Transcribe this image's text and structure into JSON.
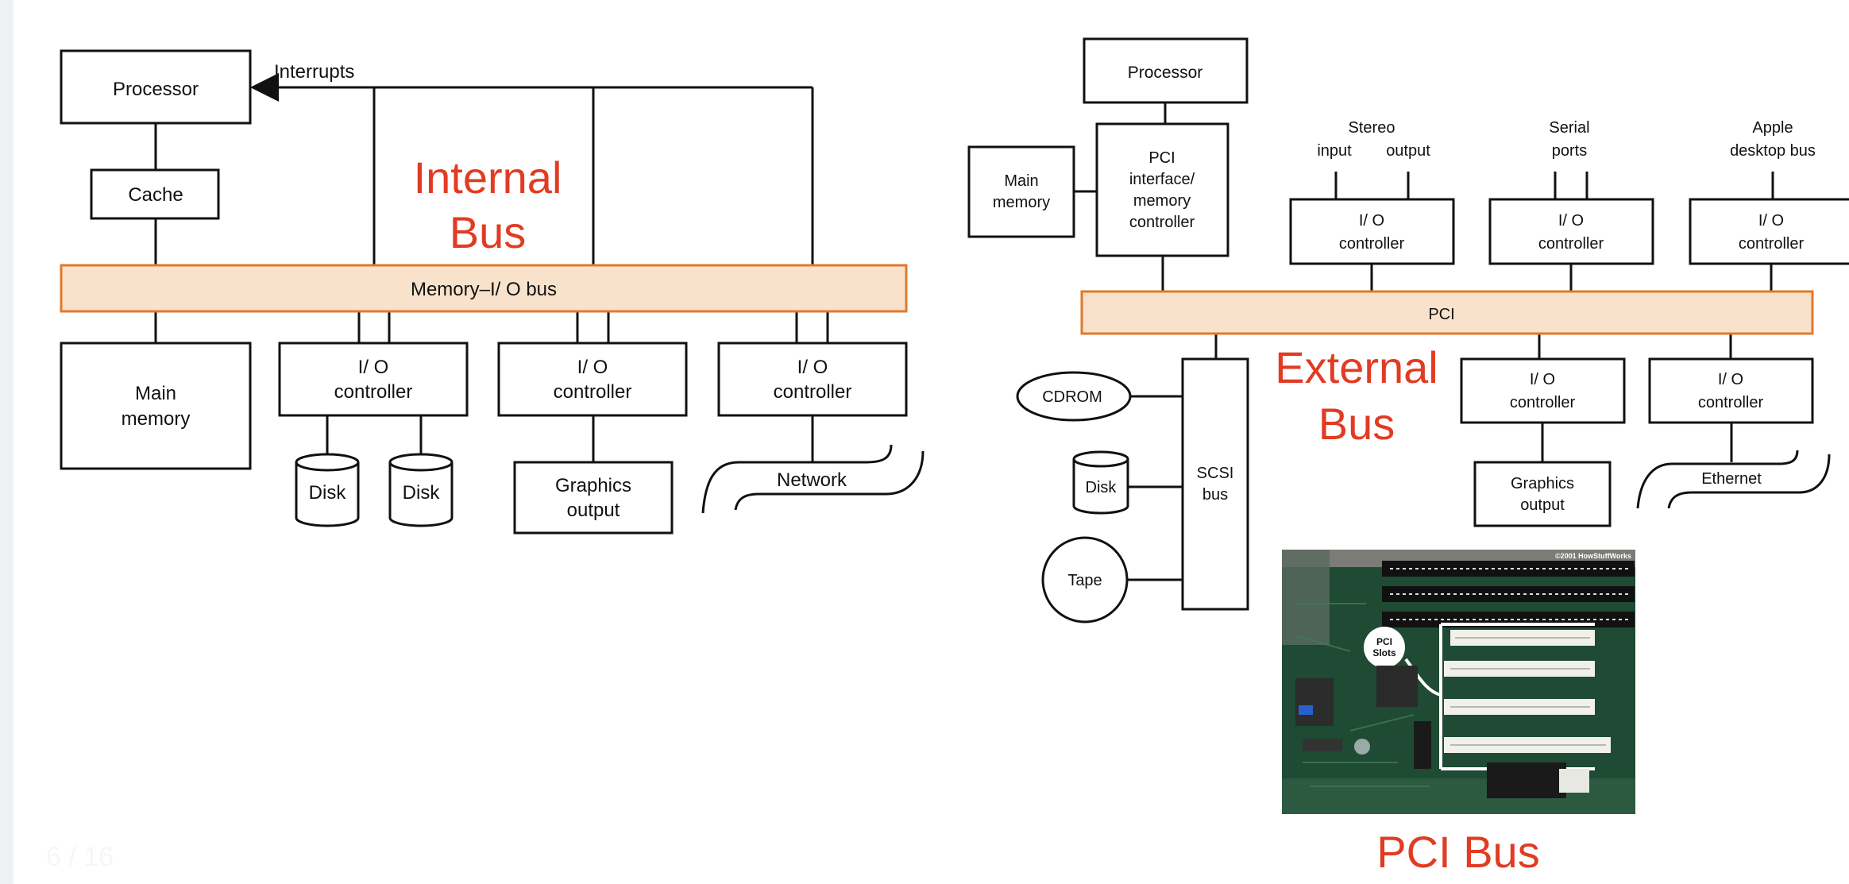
{
  "left_diagram": {
    "processor": "Processor",
    "interrupts": "Interrupts",
    "cache": "Cache",
    "bus": "Memory–I/ O bus",
    "main_memory": [
      "Main",
      "memory"
    ],
    "io_controller": [
      "I/ O",
      "controller"
    ],
    "disk": "Disk",
    "graphics_output": [
      "Graphics",
      "output"
    ],
    "network": "Network",
    "annotation": [
      "Internal",
      "Bus"
    ]
  },
  "right_diagram": {
    "processor": "Processor",
    "pci_interface": [
      "PCI",
      "interface/",
      "memory",
      "controller"
    ],
    "main_memory": [
      "Main",
      "memory"
    ],
    "stereo": [
      "Stereo",
      "input",
      "output"
    ],
    "serial_ports": [
      "Serial",
      "ports"
    ],
    "apple_bus": [
      "Apple",
      "desktop bus"
    ],
    "io_controller": [
      "I/ O",
      "controller"
    ],
    "pci_bus": "PCI",
    "cdrom": "CDROM",
    "disk": "Disk",
    "tape": "Tape",
    "scsi_bus": [
      "SCSI",
      "bus"
    ],
    "graphics_output": [
      "Graphics",
      "output"
    ],
    "ethernet": "Ethernet",
    "annotation": [
      "External",
      "Bus"
    ],
    "photo_copyright": "©2001 HowStuffWorks",
    "photo_callout": [
      "PCI",
      "Slots"
    ],
    "caption": "PCI Bus"
  },
  "page_number": "6 / 16",
  "colors": {
    "bus_fill": "#f9e2cb",
    "bus_stroke": "#e0782e",
    "annotation": "#e23b23"
  }
}
